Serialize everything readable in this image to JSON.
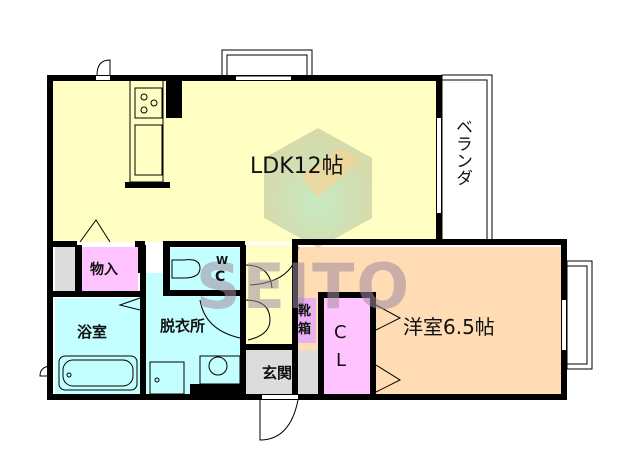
{
  "plan": {
    "title": "2LDK floor plan",
    "colors": {
      "wall": "#000000",
      "ldk": "#ffffc4",
      "western_room": "#ffdcb4",
      "wet_area": "#c4ffff",
      "storage": "#ffc4ff",
      "entrance": "#dcdcdc",
      "hall": "#ffffc4",
      "watermark_text": "#a08ca0"
    },
    "rooms": {
      "ldk": "LDK12帖",
      "veranda": "ベランダ",
      "western": "洋室6.5帖",
      "storage": "物入",
      "wc_w": "W",
      "wc_c": "C",
      "bath": "浴室",
      "dressing": "脱衣所",
      "shoe_box_1": "靴",
      "shoe_box_2": "箱",
      "closet_c": "C",
      "closet_l": "L",
      "entrance": "玄関"
    },
    "watermark": "SEITO"
  }
}
